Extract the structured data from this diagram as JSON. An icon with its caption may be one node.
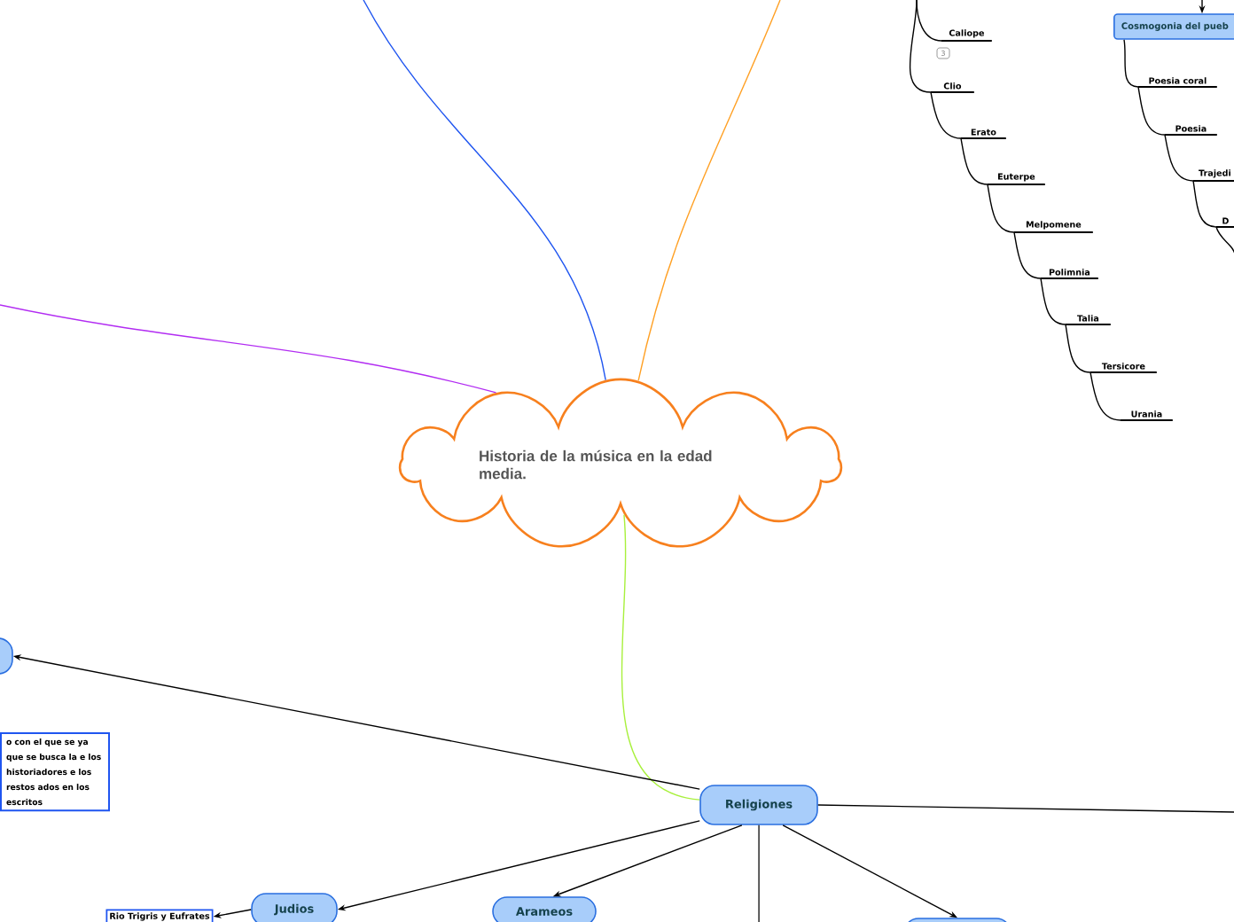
{
  "diagram": {
    "nodes": [
      {
        "text": [
          "Historia de la música en la edad media."
        ]
      },
      {
        "text": [
          "Religiones"
        ]
      },
      {
        "text": [
          "Judios"
        ]
      },
      {
        "text": [
          "Arameos"
        ]
      },
      {
        "text": [
          "Rio Trigris y Eufrates"
        ]
      },
      {
        "text": [
          "o con el que se ya que se busca la e los historiadores e los restos ados en los escritos"
        ]
      },
      {
        "text": [],
        "shape": "box"
      },
      {
        "text": [],
        "shape": "box"
      },
      {
        "text": [
          "Cosmogonia del pueb"
        ]
      },
      {
        "text": [
          "Caliope"
        ]
      },
      {
        "text": [
          "Clio"
        ]
      },
      {
        "text": [
          "Erato"
        ]
      },
      {
        "text": [
          "Euterpe"
        ]
      },
      {
        "text": [
          "Melpomene"
        ]
      },
      {
        "text": [
          "Polimnia"
        ]
      },
      {
        "text": [
          "Talia"
        ]
      },
      {
        "text": [
          "Tersicore"
        ]
      },
      {
        "text": [
          "Urania"
        ]
      },
      {
        "text": [
          "Poesia coral"
        ]
      },
      {
        "text": [
          "Poesia"
        ]
      },
      {
        "text": [
          "Trajedi"
        ]
      },
      {
        "text": [
          "D"
        ]
      }
    ],
    "edges": [
      {
        "from": 0,
        "to": null,
        "arrow": "none",
        "color": "#1f55f0"
      },
      {
        "from": 0,
        "to": null,
        "arrow": "none",
        "color": "#ffa024"
      },
      {
        "from": 0,
        "to": null,
        "arrow": "none",
        "color": "#b22cf2"
      },
      {
        "from": 0,
        "to": 1,
        "arrow": "none",
        "color": "#a8f03c"
      },
      {
        "from": 1,
        "to": 6,
        "arrow": "to"
      },
      {
        "from": 1,
        "to": 2,
        "arrow": "to"
      },
      {
        "from": 1,
        "to": 3,
        "arrow": "to"
      },
      {
        "from": 1,
        "to": null,
        "arrow": "none"
      },
      {
        "from": 1,
        "to": 7,
        "arrow": "to"
      },
      {
        "from": 1,
        "to": null,
        "arrow": "none"
      },
      {
        "from": 2,
        "to": 4,
        "arrow": "to"
      },
      {
        "from": null,
        "to": 8,
        "arrow": "to"
      },
      {
        "from": null,
        "to": 9,
        "arrow": "none"
      },
      {
        "from": null,
        "to": 10,
        "arrow": "none"
      },
      {
        "from": 10,
        "to": 11,
        "arrow": "none"
      },
      {
        "from": 11,
        "to": 12,
        "arrow": "none"
      },
      {
        "from": 12,
        "to": 13,
        "arrow": "none"
      },
      {
        "from": 13,
        "to": 14,
        "arrow": "none"
      },
      {
        "from": 14,
        "to": 15,
        "arrow": "none"
      },
      {
        "from": 15,
        "to": 16,
        "arrow": "none"
      },
      {
        "from": 16,
        "to": 17,
        "arrow": "none"
      },
      {
        "from": 8,
        "to": 18,
        "arrow": "none"
      },
      {
        "from": 18,
        "to": 19,
        "arrow": "none"
      },
      {
        "from": 19,
        "to": 20,
        "arrow": "none"
      },
      {
        "from": 20,
        "to": 21,
        "arrow": "none"
      },
      {
        "from": 21,
        "to": null,
        "arrow": "none"
      }
    ],
    "labels": [
      "3"
    ]
  }
}
